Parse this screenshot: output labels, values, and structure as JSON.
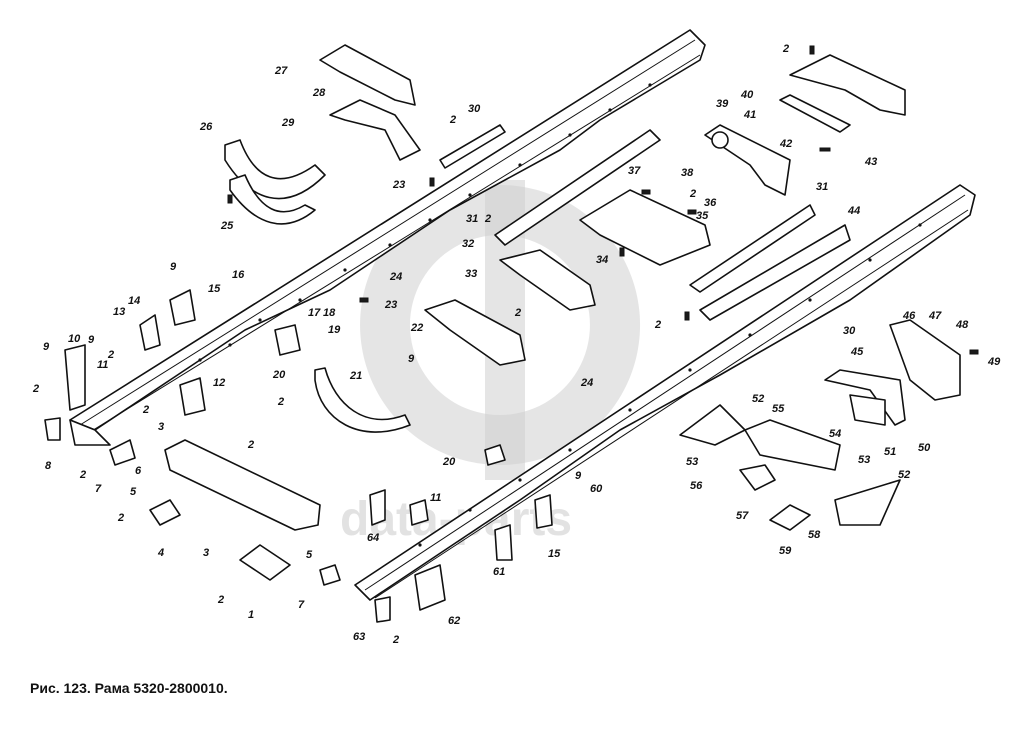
{
  "figure": {
    "caption": "Рис. 123. Рама 5320-2800010.",
    "watermark": "data-parts"
  },
  "callouts": [
    "1",
    "2",
    "2",
    "2",
    "2",
    "2",
    "2",
    "2",
    "2",
    "2",
    "2",
    "2",
    "2",
    "2",
    "2",
    "2",
    "3",
    "3",
    "4",
    "5",
    "5",
    "6",
    "7",
    "7",
    "8",
    "9",
    "9",
    "9",
    "9",
    "9",
    "10",
    "11",
    "11",
    "12",
    "13",
    "14",
    "15",
    "15",
    "16",
    "17",
    "18",
    "19",
    "20",
    "20",
    "21",
    "22",
    "23",
    "23",
    "24",
    "24",
    "25",
    "26",
    "27",
    "28",
    "29",
    "30",
    "30",
    "31",
    "31",
    "32",
    "33",
    "34",
    "35",
    "36",
    "37",
    "38",
    "39",
    "40",
    "41",
    "42",
    "43",
    "44",
    "45",
    "46",
    "47",
    "48",
    "49",
    "50",
    "51",
    "52",
    "52",
    "53",
    "53",
    "54",
    "55",
    "56",
    "57",
    "58",
    "59",
    "60",
    "61",
    "62",
    "63",
    "64"
  ]
}
